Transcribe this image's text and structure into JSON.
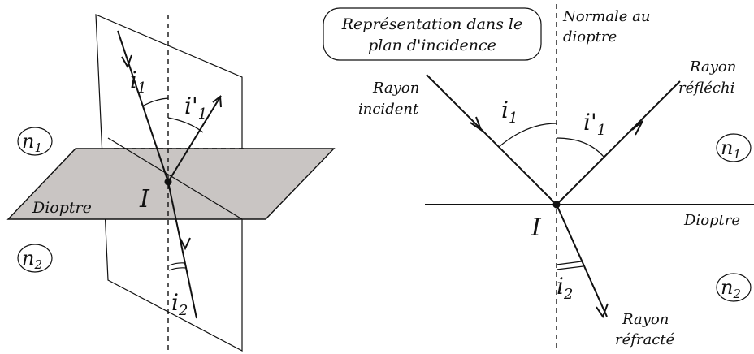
{
  "left": {
    "i1": "i",
    "i1_sub": "1",
    "i1p": "i'",
    "i1p_sub": "1",
    "i2": "i",
    "i2_sub": "2",
    "point": "I",
    "n1": "n",
    "n1_sub": "1",
    "n2": "n",
    "n2_sub": "2",
    "dioptre": "Dioptre"
  },
  "right": {
    "box_line1": "Représentation dans le",
    "box_line2": "plan d'incidence",
    "normale_line1": "Normale au",
    "normale_line2": "dioptre",
    "incident_line1": "Rayon",
    "incident_line2": "incident",
    "reflechi_line1": "Rayon",
    "reflechi_line2": "réfléchi",
    "refracte_line1": "Rayon",
    "refracte_line2": "réfracté",
    "i1": "i",
    "i1_sub": "1",
    "i1p": "i'",
    "i1p_sub": "1",
    "i2": "i",
    "i2_sub": "2",
    "point": "I",
    "dioptre": "Dioptre",
    "n1": "n",
    "n1_sub": "1",
    "n2": "n",
    "n2_sub": "2"
  }
}
